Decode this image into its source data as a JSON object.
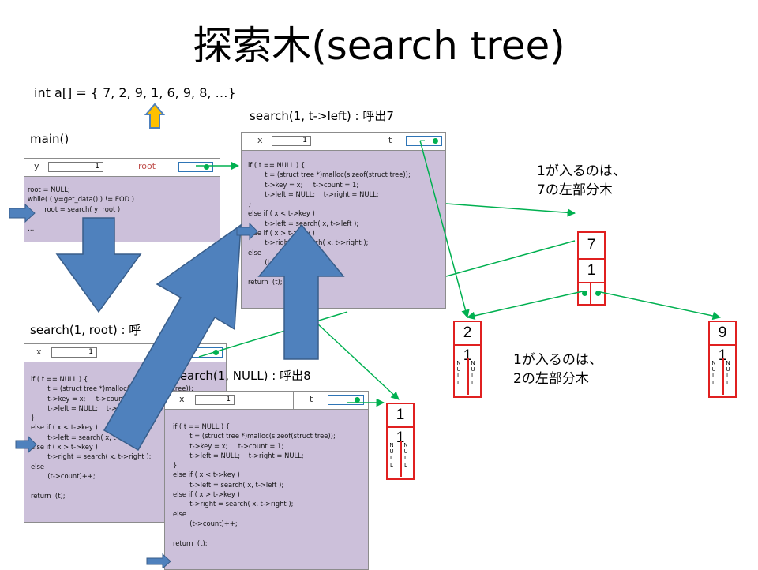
{
  "slide": {
    "title": "探索木(search tree)",
    "array_text": "int a[] = { 7, 2, 9, 1, 6, 9, 8, …}",
    "main_label": "main()",
    "call1_label": "search(1, t->left) : 呼出7",
    "call2_label": "search(1, root) : 呼",
    "call3_label": "search(1, NULL) : 呼出8",
    "note1": "1が入るのは、\n7の左部分木",
    "note2": "1が入るのは、\n2の左部分木"
  },
  "main_frame": {
    "var_name": "y",
    "var_value": "1",
    "ptr_name": "root",
    "code": "root = NULL;\nwhile( ( y=get_data() ) != EOD )\n        root = search( y, root )\n\n…"
  },
  "frame_a": {
    "var_name": "x",
    "var_value": "1",
    "ptr_name": "t",
    "code": "if ( t == NULL ) {\n        t = (struct tree *)malloc(sizeof(struct tree));\n        t->key = x;     t->count = 1;\n        t->left = NULL;    t->right = NULL;\n}\nelse if ( x < t->key )\n        t->left = search( x, t->left );\nelse if ( x > t->key )\n        t->right = search( x, t->right );\nelse\n        (t->count)++;\n\nreturn  (t);"
  },
  "frame_b": {
    "var_name": "x",
    "var_value": "1",
    "code": "if ( t == NULL ) {\n        t = (struct tree *)malloc(sizeof(struct tree));\n        t->key = x;     t->count = 1;\n        t->left = NULL;    t->right = NULL;\n}\nelse if ( x < t->key )\n        t->left = search( x, t->left );\nelse if ( x > t->key )\n        t->right = search( x, t->right );\nelse\n        (t->count)++;\n\nreturn  (t);"
  },
  "frame_c": {
    "var_name": "x",
    "var_value": "1",
    "ptr_name": "t",
    "code": "if ( t == NULL ) {\n        t = (struct tree *)malloc(sizeof(struct tree));\n        t->key = x;     t->count = 1;\n        t->left = NULL;    t->right = NULL;\n}\nelse if ( x < t->key )\n        t->left = search( x, t->left );\nelse if ( x > t->key )\n        t->right = search( x, t->right );\nelse\n        (t->count)++;\n\nreturn  (t);"
  },
  "nodes": {
    "n7": {
      "key": "7",
      "count": "1"
    },
    "n2": {
      "key": "2",
      "count": "1"
    },
    "n9": {
      "key": "9",
      "count": "1"
    },
    "n1": {
      "key": "1",
      "count": "1"
    }
  },
  "null_text": "N\nU\nL\nL",
  "colors": {
    "frame_fill": "#ccc0da",
    "arrow_fill": "#4f81bd",
    "pointer_line": "#00b050",
    "node_border": "#e02020",
    "up_arrow_fill": "#ffc000"
  },
  "icons": {
    "up_arrow": "up-arrow-icon",
    "indicator": "right-arrow-icon"
  }
}
